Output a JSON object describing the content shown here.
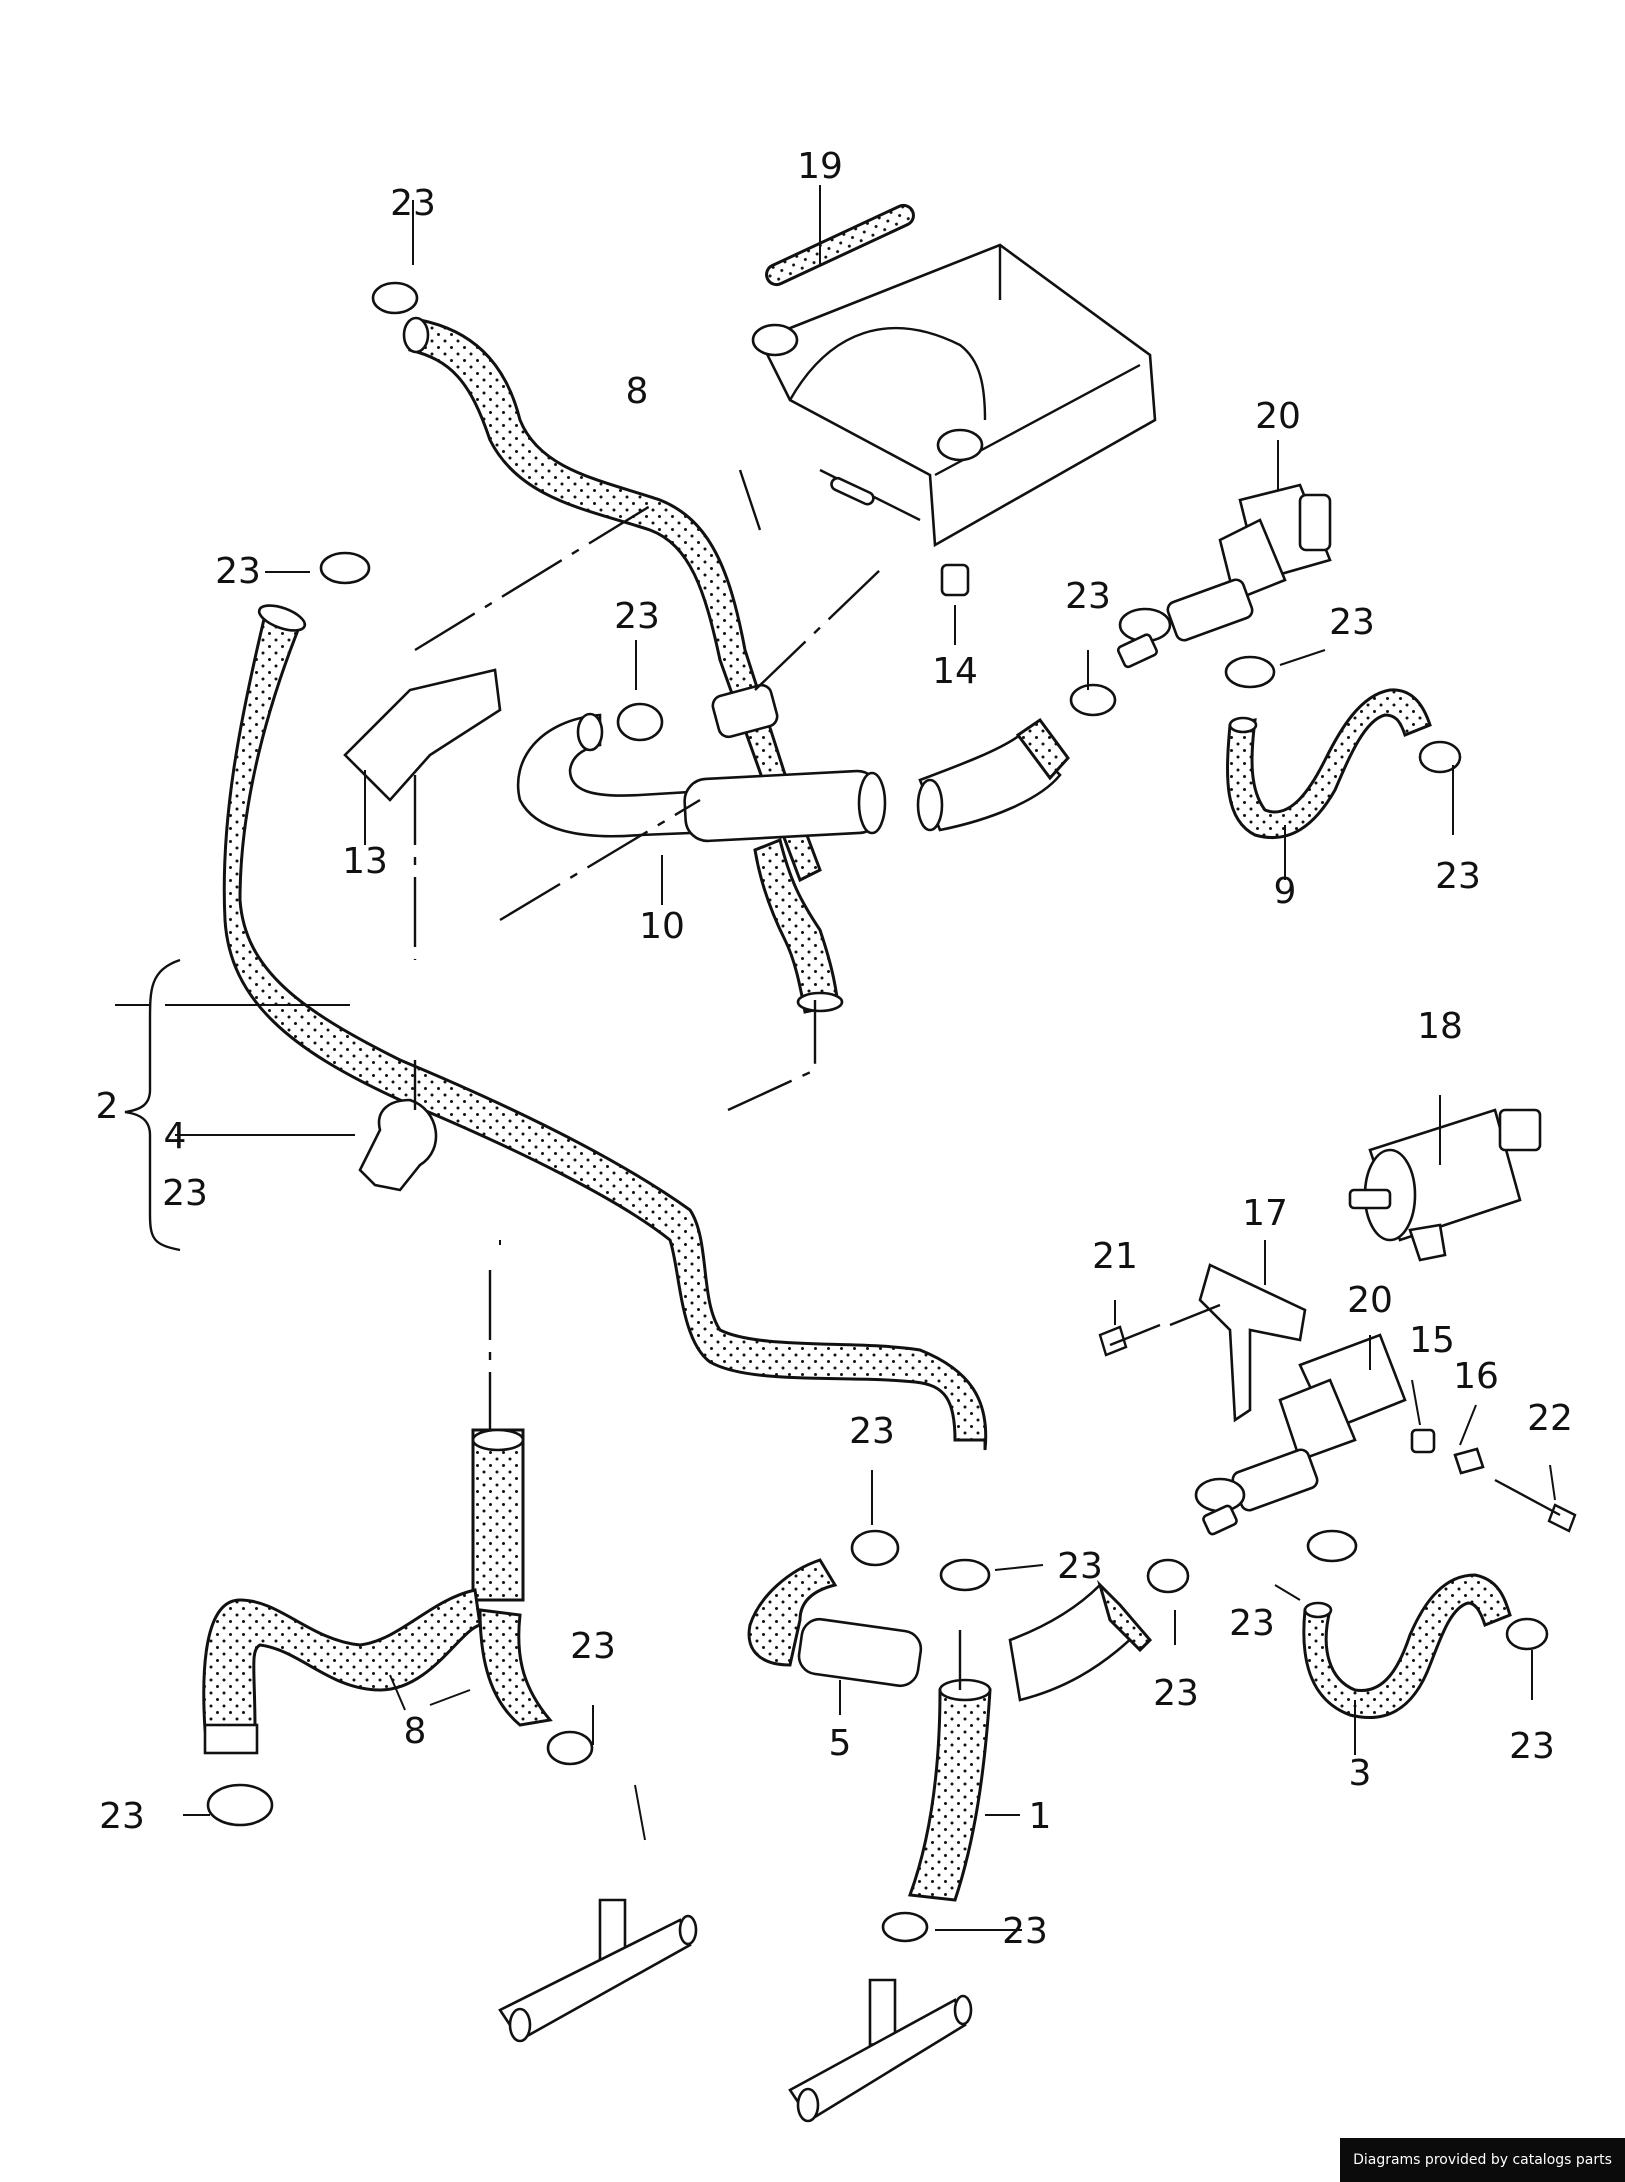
{
  "callouts": {
    "c1": "1",
    "c2": "2",
    "c3": "3",
    "c4": "4",
    "c5": "5",
    "c8a": "8",
    "c8b": "8",
    "c9": "9",
    "c10": "10",
    "c13": "13",
    "c14": "14",
    "c15": "15",
    "c16": "16",
    "c17": "17",
    "c18": "18",
    "c19": "19",
    "c20a": "20",
    "c20b": "20",
    "c21": "21",
    "c22": "22",
    "c23a": "23",
    "c23b": "23",
    "c23c": "23",
    "c23d": "23",
    "c23e": "23",
    "c23f": "23",
    "c23g": "23",
    "c23h": "23",
    "c23i": "23",
    "c23j": "23",
    "c23k": "23",
    "c23l": "23",
    "c23m": "23",
    "c23n": "23",
    "c23o": "23"
  },
  "footer": {
    "credit": "Diagrams provided by catalogs parts"
  }
}
